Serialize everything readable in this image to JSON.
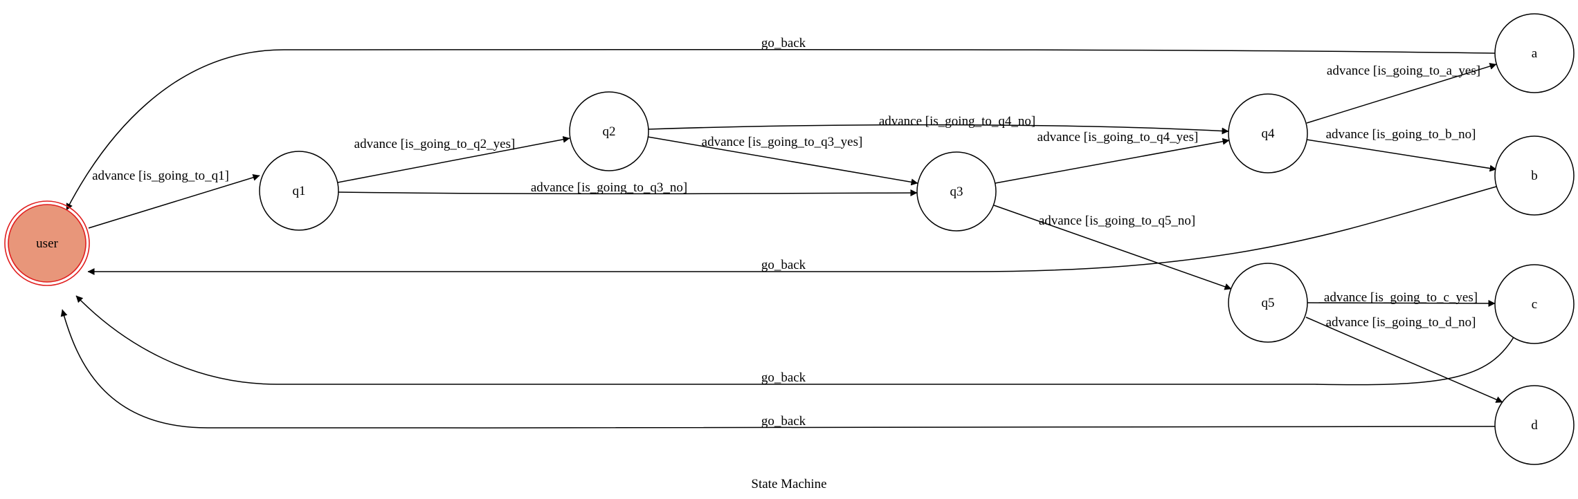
{
  "diagram": {
    "title": "State Machine",
    "initial_state": "user",
    "start_colors": {
      "fill": "#e8967a",
      "stroke": "#e01e1e"
    },
    "states": [
      {
        "id": "user",
        "label": "user"
      },
      {
        "id": "q1",
        "label": "q1"
      },
      {
        "id": "q2",
        "label": "q2"
      },
      {
        "id": "q3",
        "label": "q3"
      },
      {
        "id": "q4",
        "label": "q4"
      },
      {
        "id": "q5",
        "label": "q5"
      },
      {
        "id": "a",
        "label": "a"
      },
      {
        "id": "b",
        "label": "b"
      },
      {
        "id": "c",
        "label": "c"
      },
      {
        "id": "d",
        "label": "d"
      }
    ],
    "transitions": [
      {
        "from": "user",
        "to": "q1",
        "label": "advance [is_going_to_q1]"
      },
      {
        "from": "q1",
        "to": "q2",
        "label": "advance [is_going_to_q2_yes]"
      },
      {
        "from": "q1",
        "to": "q3",
        "label": "advance [is_going_to_q3_no]"
      },
      {
        "from": "q2",
        "to": "q3",
        "label": "advance [is_going_to_q3_yes]"
      },
      {
        "from": "q2",
        "to": "q4",
        "label": "advance [is_going_to_q4_no]"
      },
      {
        "from": "q3",
        "to": "q4",
        "label": "advance [is_going_to_q4_yes]"
      },
      {
        "from": "q3",
        "to": "q5",
        "label": "advance [is_going_to_q5_no]"
      },
      {
        "from": "q4",
        "to": "a",
        "label": "advance [is_going_to_a_yes]"
      },
      {
        "from": "q4",
        "to": "b",
        "label": "advance [is_going_to_b_no]"
      },
      {
        "from": "q5",
        "to": "c",
        "label": "advance [is_going_to_c_yes]"
      },
      {
        "from": "q5",
        "to": "d",
        "label": "advance [is_going_to_d_no]"
      },
      {
        "from": "a",
        "to": "user",
        "label": "go_back"
      },
      {
        "from": "b",
        "to": "user",
        "label": "go_back"
      },
      {
        "from": "c",
        "to": "user",
        "label": "go_back"
      },
      {
        "from": "d",
        "to": "user",
        "label": "go_back"
      }
    ]
  }
}
